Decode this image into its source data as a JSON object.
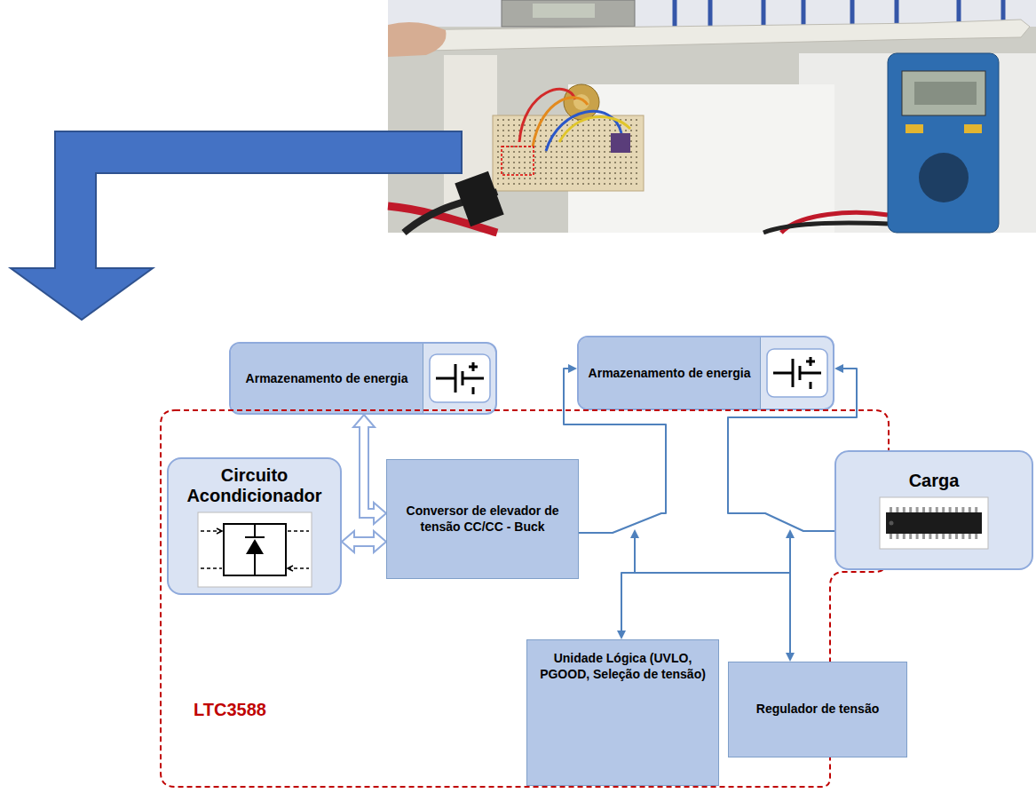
{
  "diagram": {
    "nodes": [
      {
        "text": [
          "Armazenamento de energia"
        ]
      },
      {
        "text": [
          "Armazenamento de energia"
        ]
      },
      {
        "text": [
          "LTC3588"
        ]
      },
      {
        "text": [
          "Circuito Acondicionador"
        ],
        "in": 2
      },
      {
        "text": [
          "Conversor de elevador de tensão CC/CC - Buck"
        ],
        "in": 2
      },
      {
        "text": [
          "Carga"
        ]
      },
      {
        "text": [
          "Unidade Lógica (UVLO, PGOOD, Seleção de tensão)"
        ],
        "in": 2
      },
      {
        "text": [
          "Regulador de tensão"
        ],
        "in": 2
      }
    ],
    "edges": [
      {
        "from": 3,
        "to": 4,
        "arrow": "both"
      },
      {
        "from": 0,
        "to": 4,
        "arrow": "both"
      },
      {
        "from": 4,
        "to": 1,
        "arrow": "to"
      },
      {
        "from": 5,
        "to": 1,
        "arrow": "to"
      },
      {
        "from": 6,
        "to": 7,
        "arrow": "both"
      }
    ]
  }
}
